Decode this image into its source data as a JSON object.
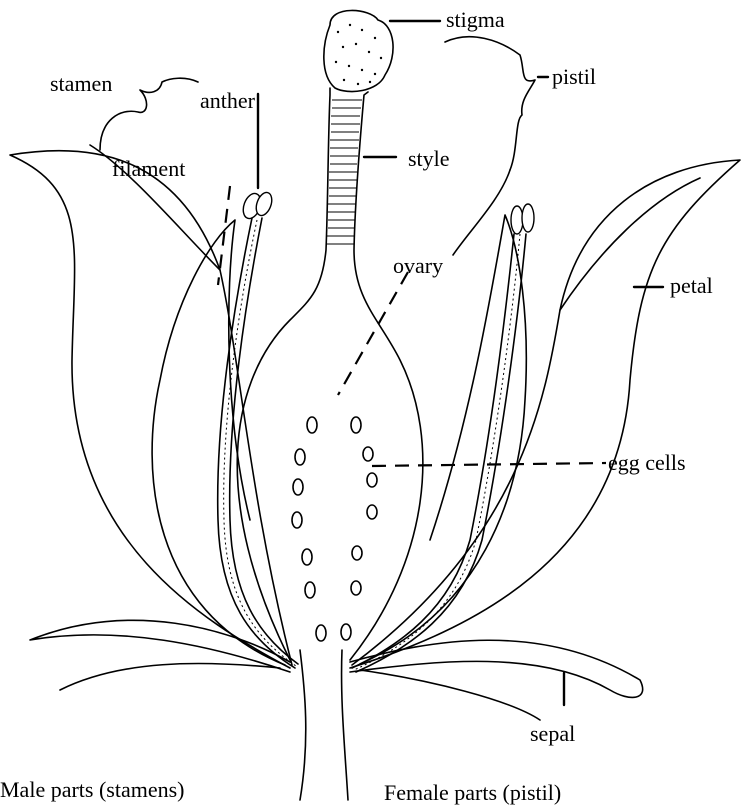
{
  "labels": {
    "stigma": "stigma",
    "pistil": "pistil",
    "stamen": "stamen",
    "anther": "anther",
    "filament": "filament",
    "style": "style",
    "ovary": "ovary",
    "petal": "petal",
    "egg_cells": "egg cells",
    "sepal": "sepal"
  },
  "captions": {
    "male": "Male parts (stamens)",
    "female": "Female parts (pistil)"
  }
}
